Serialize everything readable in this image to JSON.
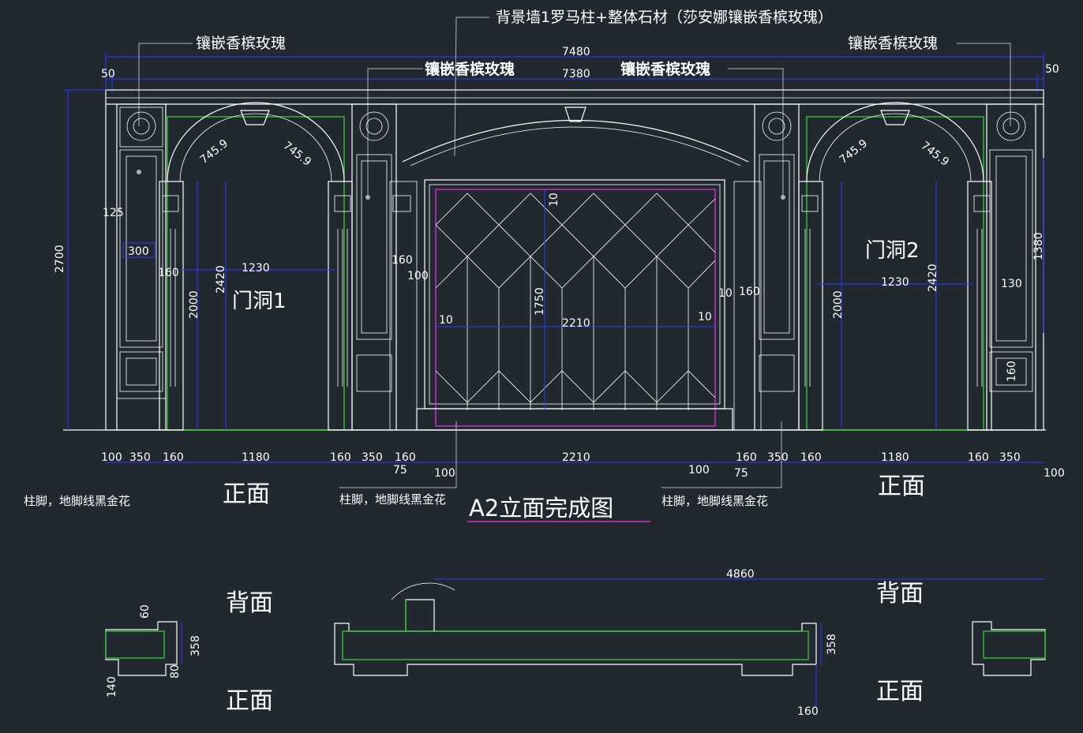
{
  "labels": {
    "title": "A2立面完成图",
    "top_callout": "背景墙1罗马柱+整体石材（莎安娜镶嵌香槟玫瑰）",
    "inlay_left": "镶嵌香槟玫瑰",
    "inlay_right": "镶嵌香槟玫瑰",
    "inlay_center_left": "镶嵌香槟玫瑰",
    "inlay_center_right": "镶嵌香槟玫瑰",
    "doorway1": "门洞1",
    "doorway2": "门洞2",
    "front_left": "正面",
    "front_right": "正面",
    "back_left": "背面",
    "back_right": "背面",
    "front_left_plan": "正面",
    "front_right_plan": "正面",
    "base_note_1": "柱脚，地脚线黑金花",
    "base_note_2": "柱脚，地脚线黑金花",
    "base_note_3": "柱脚，地脚线黑金花"
  },
  "dims": {
    "total_width": "7480",
    "inner_width": "7380",
    "edge_left": "50",
    "edge_right": "50",
    "height_total": "2700",
    "d125": "125",
    "d300": "300",
    "d160_l": "160",
    "d1230_l": "1230",
    "d2420_l": "2420",
    "d2000_l": "2000",
    "arc_a": "745.9",
    "arc_b": "745.9",
    "arc_c": "745.9",
    "arc_d": "745.9",
    "d160_c1": "160",
    "d100_c": "100",
    "d10_top": "10",
    "d1750": "1750",
    "d10_l": "10",
    "d2210_mid": "2210",
    "d10_r": "10",
    "d10_rr": "10",
    "d160_c2": "160",
    "d1230_r": "1230",
    "d2420_r": "2420",
    "d2000_r": "2000",
    "d1380": "1380",
    "d130": "130",
    "d160_box": "160",
    "b100_a": "100",
    "b350_a": "350",
    "b160_a": "160",
    "b1180_a": "1180",
    "b160_b": "160",
    "b350_b": "350",
    "b160_c": "160",
    "b75_a": "75",
    "b100_b": "100",
    "b2210": "2210",
    "b100_c": "100",
    "b75_b": "75",
    "b160_d": "160",
    "b350_c": "350",
    "b160_e": "160",
    "b1180_b": "1180",
    "b160_f": "160",
    "b350_d": "350",
    "b100_d": "100",
    "p4860": "4860",
    "p358_a": "358",
    "p358_b": "358",
    "p60": "60",
    "p80": "80",
    "p140": "140",
    "p160": "160"
  },
  "colors": {
    "background": "#212830",
    "outline": "#ffffff",
    "dimension": "#2b3bff",
    "arch_frame": "#33cc33",
    "glass_frame": "#cc33cc"
  }
}
